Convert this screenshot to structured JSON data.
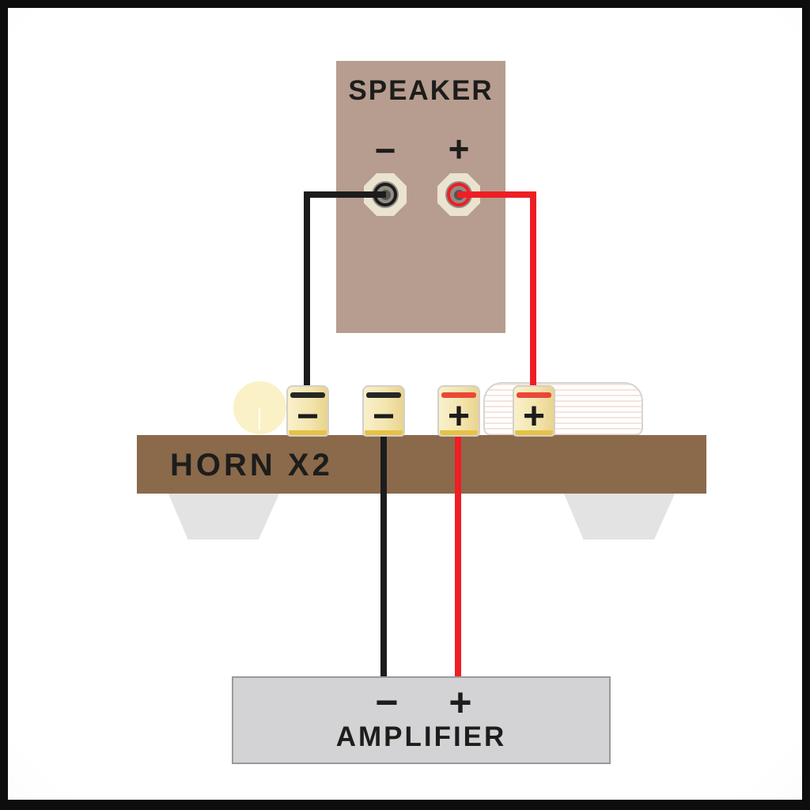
{
  "diagram": {
    "speaker": {
      "title": "SPEAKER",
      "minus_label": "−",
      "plus_label": "+"
    },
    "horn": {
      "label": "HORN X2"
    },
    "amplifier": {
      "title": "AMPLIFIER",
      "minus_label": "−",
      "plus_label": "+"
    },
    "horn_terminals": [
      {
        "symbol": "−",
        "polarity": "negative"
      },
      {
        "symbol": "−",
        "polarity": "negative"
      },
      {
        "symbol": "+",
        "polarity": "positive"
      },
      {
        "symbol": "+",
        "polarity": "positive"
      }
    ],
    "connections": [
      {
        "wire": "black",
        "from": "speaker-negative",
        "to": "horn-terminal-negative"
      },
      {
        "wire": "red",
        "from": "speaker-positive",
        "to": "horn-terminal-positive"
      },
      {
        "wire": "black",
        "from": "horn-terminal-negative",
        "to": "amplifier-negative"
      },
      {
        "wire": "red",
        "from": "horn-terminal-positive",
        "to": "amplifier-positive"
      }
    ],
    "colors": {
      "wire-black": "#1c1c1c",
      "wire-red": "#ee1e25",
      "speaker-box": "#b79d8f",
      "horn-bar": "#8b6a4b",
      "amplifier-box": "#d3d3d5",
      "terminal-gold": "#e6c244",
      "text": "#1d1d1b"
    }
  }
}
